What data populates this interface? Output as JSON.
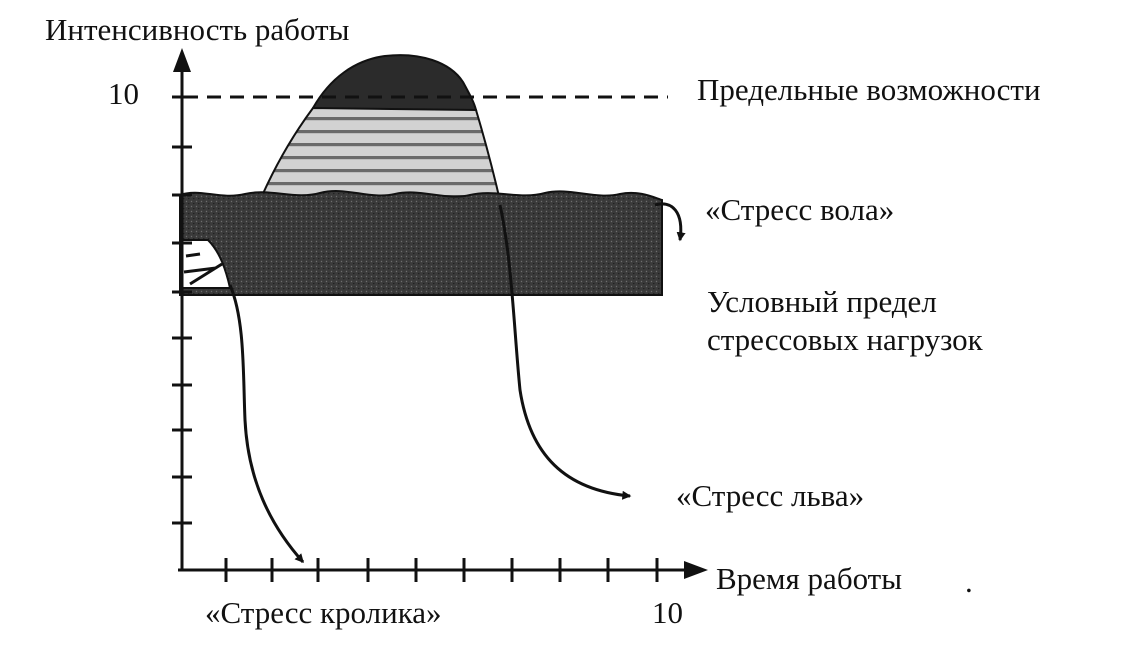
{
  "labels": {
    "y_axis_title": "Интенсивность работы",
    "y_max_tick": "10",
    "limit_line": "Предельные возможности",
    "ox_stress": "«Стресс вола»",
    "conditional_limit_line1": "Условный предел",
    "conditional_limit_line2": "стрессовых нагрузок",
    "lion_stress": "«Стресс льва»",
    "x_axis_title": "Время работы",
    "x_max_tick": "10",
    "rabbit_stress": "«Стресс кролика»",
    "stray_mark": "."
  },
  "colors": {
    "ink": "#111111",
    "band_fill": "#3a3a3a",
    "peak_fill": "#2b2b2b",
    "hatch_fill": "#bdbdbd",
    "background": "#ffffff"
  }
}
